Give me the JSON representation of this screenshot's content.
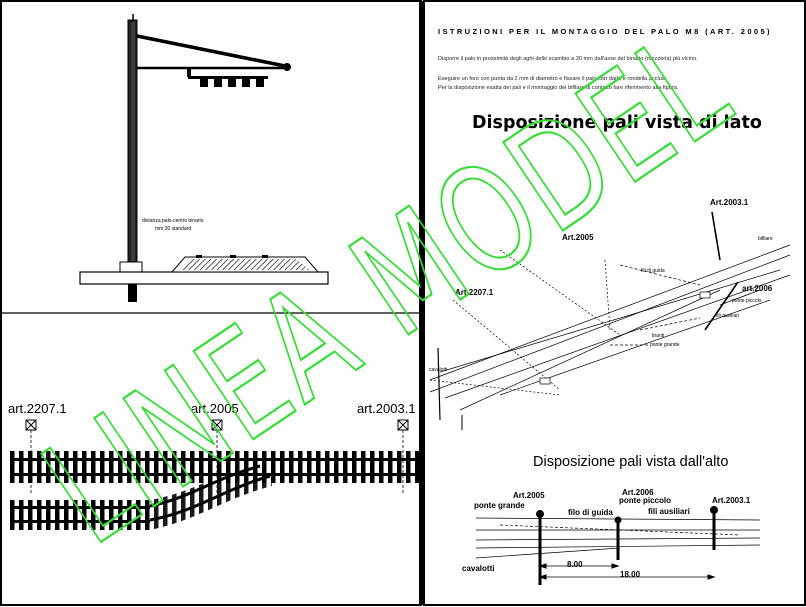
{
  "left": {
    "pole_note_line1": "distanza palo-centro binario",
    "pole_note_line2": "mm.30 standard",
    "art_labels": [
      "art.2207.1",
      "art.2005",
      "art.2003.1"
    ]
  },
  "right": {
    "heading": "ISTRUZIONI PER IL MONTAGGIO DEL PALO M8 (ART. 2005)",
    "para1": "Disporre il palo in prossimità degli aghi dello scambio a 30 mm dall'asse del binario (mezzeria) più vicino.",
    "para2": "Eseguire un foro con punta da 2 mm di diametro e fissare il palo con dado e rondella acclusi.",
    "para3": "Per la disposizione esatta dei pali e il montaggio dei bifilare di contatto fare riferimento alla figura.",
    "side_title": "Disposizione pali vista di lato",
    "side_labels": {
      "art2003": "Art.2003.1",
      "art2005": "Art.2005",
      "art2207": "Art.2207.1",
      "art2006": "art.2006",
      "fili_guida": "fili di guida",
      "tiranti": "tiranti",
      "ponte_piccolo": "ponte piccolo",
      "fili_ausiliari": "fili ausiliari",
      "ponte_grande": "ponte grande",
      "cavalotti": "cavalotti",
      "bifilare": "bifilare"
    },
    "top_title": "Disposizione pali vista dall'alto",
    "top_labels": {
      "art2005": "Art.2005",
      "art2006": "Art.2006",
      "art2003": "Art.2003.1",
      "ponte_grande": "ponte grande",
      "ponte_piccolo": "ponte piccolo",
      "filo_guida": "filo di guida",
      "fili_ausiliari": "fili ausiliari",
      "cavalotti": "cavalotti",
      "dim1": "8.00",
      "dim2": "18.00"
    }
  },
  "watermark": "LINEA MODEL",
  "colors": {
    "watermark": "#33dd33",
    "ink": "#000000"
  }
}
